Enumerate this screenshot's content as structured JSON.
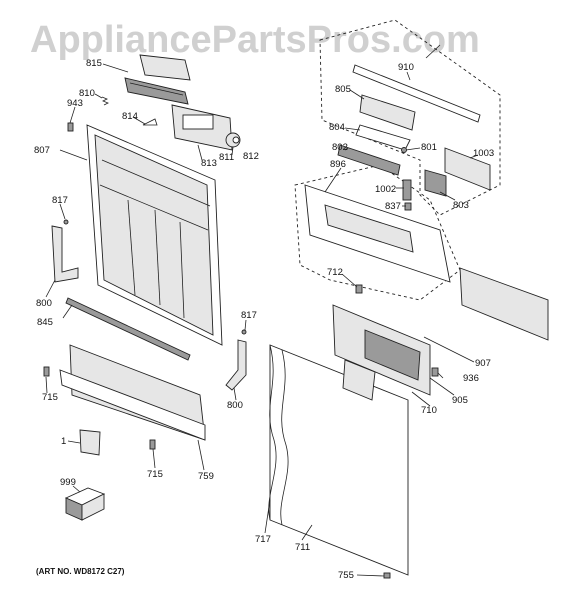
{
  "watermark": "AppliancePartsPros.com",
  "art_number": "(ART NO. WD8172 C27)",
  "callouts": {
    "c815": "815",
    "c810": "810",
    "c943": "943",
    "c814": "814",
    "c807": "807",
    "c813": "813",
    "c811": "811",
    "c812": "812",
    "c817a": "817",
    "c800a": "800",
    "c845": "845",
    "c715a": "715",
    "c1": "1",
    "c715b": "715",
    "c759": "759",
    "c999": "999",
    "c817b": "817",
    "c800b": "800",
    "c717": "717",
    "c711": "711",
    "c755": "755",
    "c910": "910",
    "c805": "805",
    "c804": "804",
    "c801": "801",
    "c802": "802",
    "c1003": "1003",
    "c896": "896",
    "c1002": "1002",
    "c837": "837",
    "c803": "803",
    "c712": "712",
    "c907": "907",
    "c936": "936",
    "c905": "905",
    "c710": "710"
  }
}
